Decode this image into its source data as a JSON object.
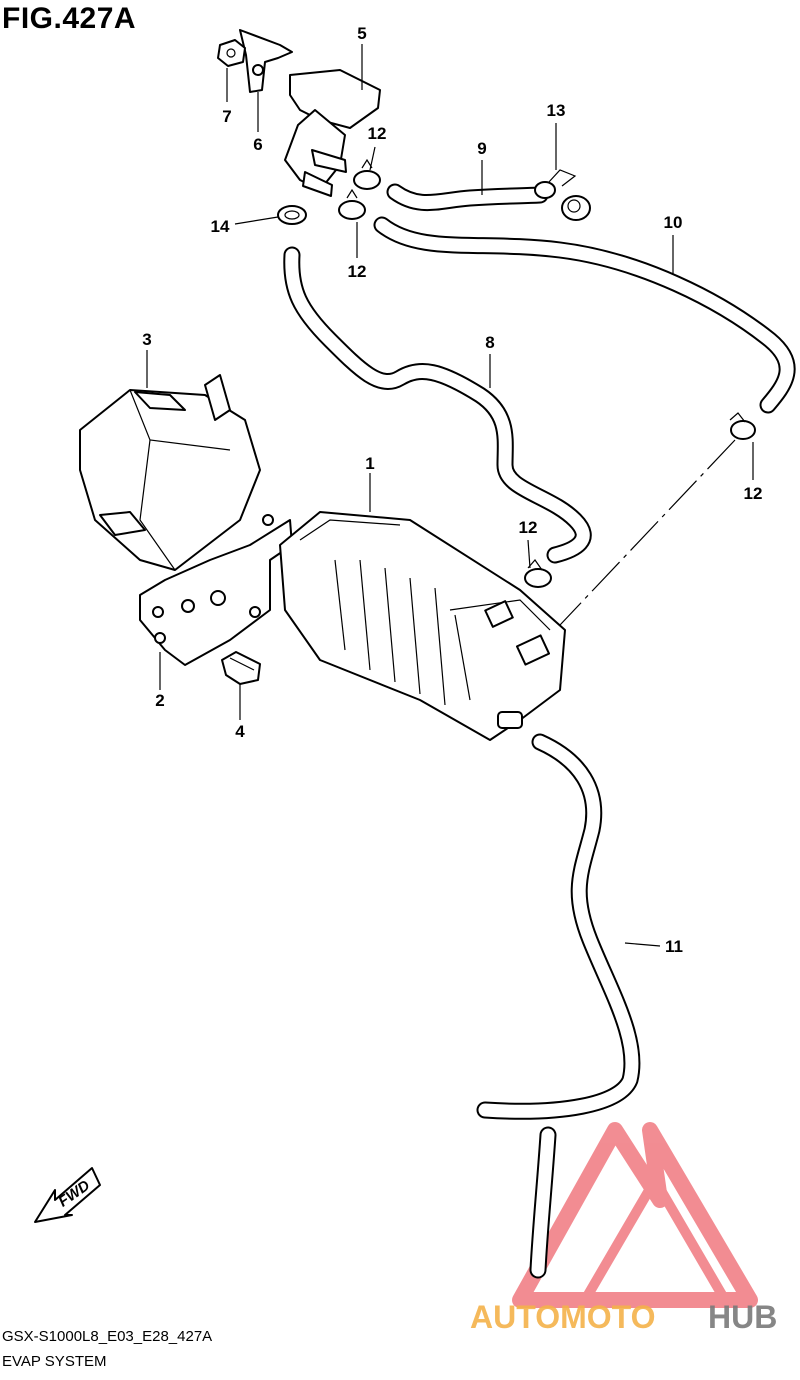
{
  "figure": {
    "title": "FIG.427A",
    "code": "GSX-S1000L8_E03_E28_427A",
    "name": "EVAP SYSTEM"
  },
  "callouts": [
    "1",
    "2",
    "3",
    "4",
    "5",
    "6",
    "7",
    "8",
    "9",
    "10",
    "11",
    "12",
    "13",
    "14"
  ],
  "fwd_label": "FWD",
  "watermark": {
    "part1": "AUTOMOTO",
    "part2": "HUB",
    "color1": "#f4b24a",
    "color2": "#7a7a7a",
    "logo_color": "#e8303a"
  }
}
